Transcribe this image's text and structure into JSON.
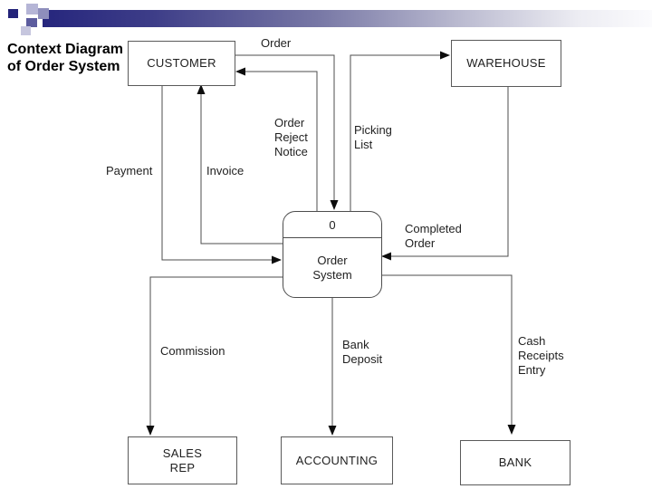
{
  "slide": {
    "title": "Context Diagram\nof Order System"
  },
  "entities": {
    "customer": {
      "label": "CUSTOMER"
    },
    "warehouse": {
      "label": "WAREHOUSE"
    },
    "sales_rep": {
      "label": "SALES\nREP"
    },
    "accounting": {
      "label": "ACCOUNTING"
    },
    "bank": {
      "label": "BANK"
    }
  },
  "process": {
    "number": "0",
    "name": "Order\nSystem"
  },
  "flows": {
    "order": {
      "label": "Order",
      "from": "CUSTOMER",
      "to": "Order System"
    },
    "order_reject_notice": {
      "label": "Order\nReject\nNotice",
      "from": "Order System",
      "to": "CUSTOMER"
    },
    "picking_list": {
      "label": "Picking\nList",
      "from": "Order System",
      "to": "WAREHOUSE"
    },
    "payment": {
      "label": "Payment",
      "from": "CUSTOMER",
      "to": "Order System"
    },
    "invoice": {
      "label": "Invoice",
      "from": "Order System",
      "to": "CUSTOMER"
    },
    "completed_order": {
      "label": "Completed\nOrder",
      "from": "WAREHOUSE",
      "to": "Order System"
    },
    "commission": {
      "label": "Commission",
      "from": "Order System",
      "to": "SALES REP"
    },
    "bank_deposit": {
      "label": "Bank\nDeposit",
      "from": "Order System",
      "to": "ACCOUNTING"
    },
    "cash_receipts_entry": {
      "label": "Cash\nReceipts\nEntry",
      "from": "Order System",
      "to": "BANK"
    }
  },
  "colors": {
    "background": "#ffffff",
    "box_border": "#5a5a5a",
    "connector": "#4d4d4d",
    "arrowhead": "#0d0d0d",
    "deco_dark_navy": "#232379",
    "deco_lavender_light": "#b5b5d6",
    "deco_slate": "#8e8ebc",
    "deco_medium_blue": "#5c5c9e",
    "deco_bar_gradient_start": "#26267d",
    "deco_bar_gradient_end": "#fbfbfd",
    "text": "#1f1f1f"
  }
}
